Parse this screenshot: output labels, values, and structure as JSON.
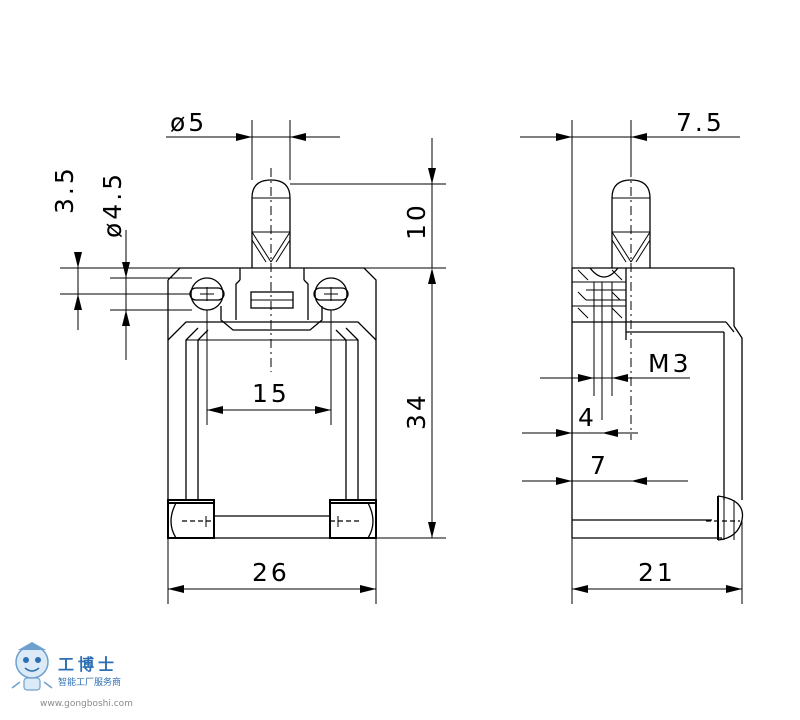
{
  "dimensions": {
    "d5": "ø5",
    "d7_5": "7.5",
    "d3_5": "3.5",
    "d4_5": "ø4.5",
    "d10": "10",
    "d34": "34",
    "d15": "15",
    "d26": "26",
    "d21": "21",
    "dM3": "M3",
    "d4": "4",
    "d7": "7"
  },
  "logo": {
    "name": "工博士",
    "tagline": "智能工厂服务商",
    "url": "www.gongboshi.com"
  },
  "colors": {
    "line": "#000000",
    "background": "#ffffff",
    "logo_blue": "#2d6fb3"
  }
}
